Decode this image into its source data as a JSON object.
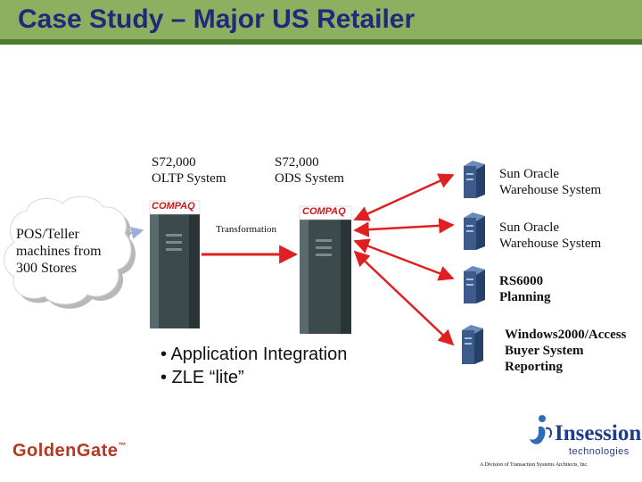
{
  "title": "Case Study – Major US Retailer",
  "oltp": {
    "line1": "S72,000",
    "line2": "OLTP System",
    "brand": "COMPAQ"
  },
  "ods": {
    "line1": "S72,000",
    "line2": "ODS System",
    "brand": "COMPAQ"
  },
  "pos": {
    "line1": "POS/Teller",
    "line2": "machines from",
    "line3": "300 Stores"
  },
  "transformation": "Transformation",
  "targets": [
    {
      "line1": "Sun Oracle",
      "line2": "Warehouse System"
    },
    {
      "line1": "Sun Oracle",
      "line2": "Warehouse System"
    },
    {
      "line1": "RS6000",
      "line2": "Planning"
    },
    {
      "line1": "Windows2000/Access",
      "line2": "Buyer System",
      "line3": "Reporting"
    }
  ],
  "bullets": [
    "• Application Integration",
    "• ZLE “lite”"
  ],
  "logos": {
    "goldengate": "GoldenGate",
    "insession_word": "Insession",
    "insession_sub": "technologies"
  },
  "footer": "A Division of Transaction Systems Architects, Inc.",
  "colors": {
    "title_bar": "#8ab060",
    "title_text": "#1f2a7a",
    "arrow": "#e02020",
    "server": "#3c4a4c"
  }
}
